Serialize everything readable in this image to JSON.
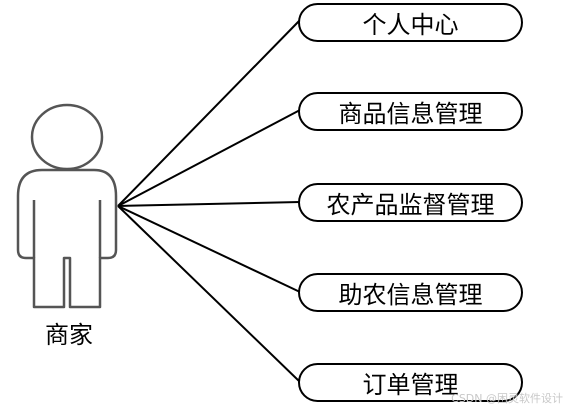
{
  "actor": {
    "name": "商家",
    "icon": "person-icon"
  },
  "use_cases": [
    {
      "label": "个人中心"
    },
    {
      "label": "商品信息管理"
    },
    {
      "label": "农产品监督管理"
    },
    {
      "label": "助农信息管理"
    },
    {
      "label": "订单管理"
    }
  ],
  "watermark": "CSDN @困灵软件设计",
  "colors": {
    "line": "#000000",
    "actor_outline": "#555555",
    "background": "#ffffff"
  }
}
